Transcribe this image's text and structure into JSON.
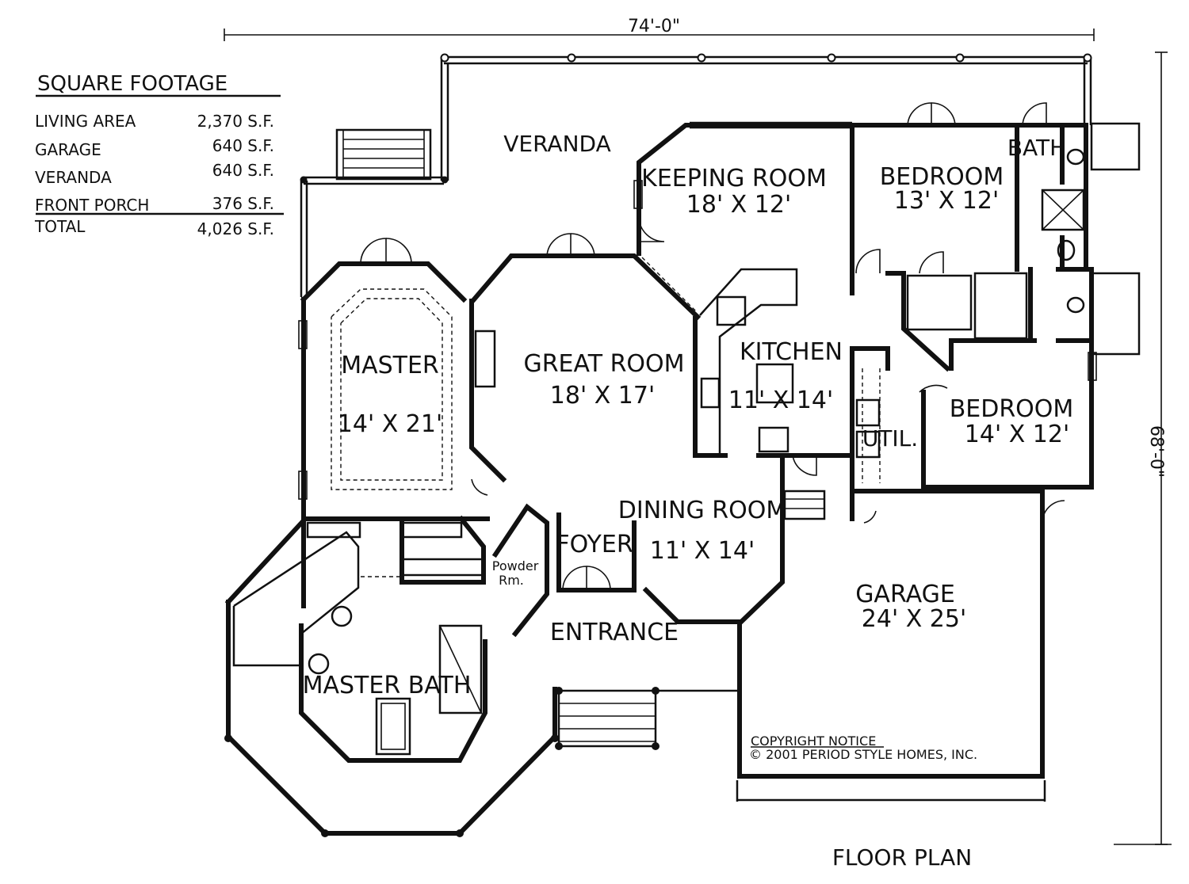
{
  "dimensions": {
    "width_label": "74'-0\"",
    "depth_label": "68'-0\""
  },
  "square_footage": {
    "title": "SQUARE FOOTAGE",
    "rows": [
      {
        "label": "LIVING AREA",
        "value": "2,370 S.F."
      },
      {
        "label": "GARAGE",
        "value": "640 S.F."
      },
      {
        "label": "VERANDA",
        "value": "640 S.F."
      },
      {
        "label": "FRONT PORCH",
        "value": "376 S.F."
      },
      {
        "label": "TOTAL",
        "value": "4,026 S.F."
      }
    ]
  },
  "rooms": {
    "veranda": {
      "name": "VERANDA"
    },
    "keeping_room": {
      "name": "KEEPING ROOM",
      "size": "18' X 12'"
    },
    "bedroom_1": {
      "name": "BEDROOM",
      "size": "13' X 12'"
    },
    "bath": {
      "name": "BATH"
    },
    "master": {
      "name": "MASTER",
      "size": "14' X 21'"
    },
    "great_room": {
      "name": "GREAT ROOM",
      "size": "18' X 17'"
    },
    "kitchen": {
      "name": "KITCHEN",
      "size": "11' X 14'"
    },
    "bedroom_2": {
      "name": "BEDROOM",
      "size": "14' X 12'"
    },
    "util": {
      "name": "UTIL."
    },
    "dining_room": {
      "name": "DINING ROOM",
      "size": "11' X 14'"
    },
    "foyer": {
      "name": "FOYER"
    },
    "powder_room": {
      "name_line1": "Powder",
      "name_line2": "Rm."
    },
    "entrance": {
      "name": "ENTRANCE"
    },
    "garage": {
      "name": "GARAGE",
      "size": "24' X 25'"
    },
    "master_bath": {
      "name": "MASTER BATH"
    }
  },
  "copyright": {
    "title": "COPYRIGHT NOTICE",
    "line": "© 2001 PERIOD STYLE HOMES, INC."
  },
  "caption": "FLOOR PLAN"
}
